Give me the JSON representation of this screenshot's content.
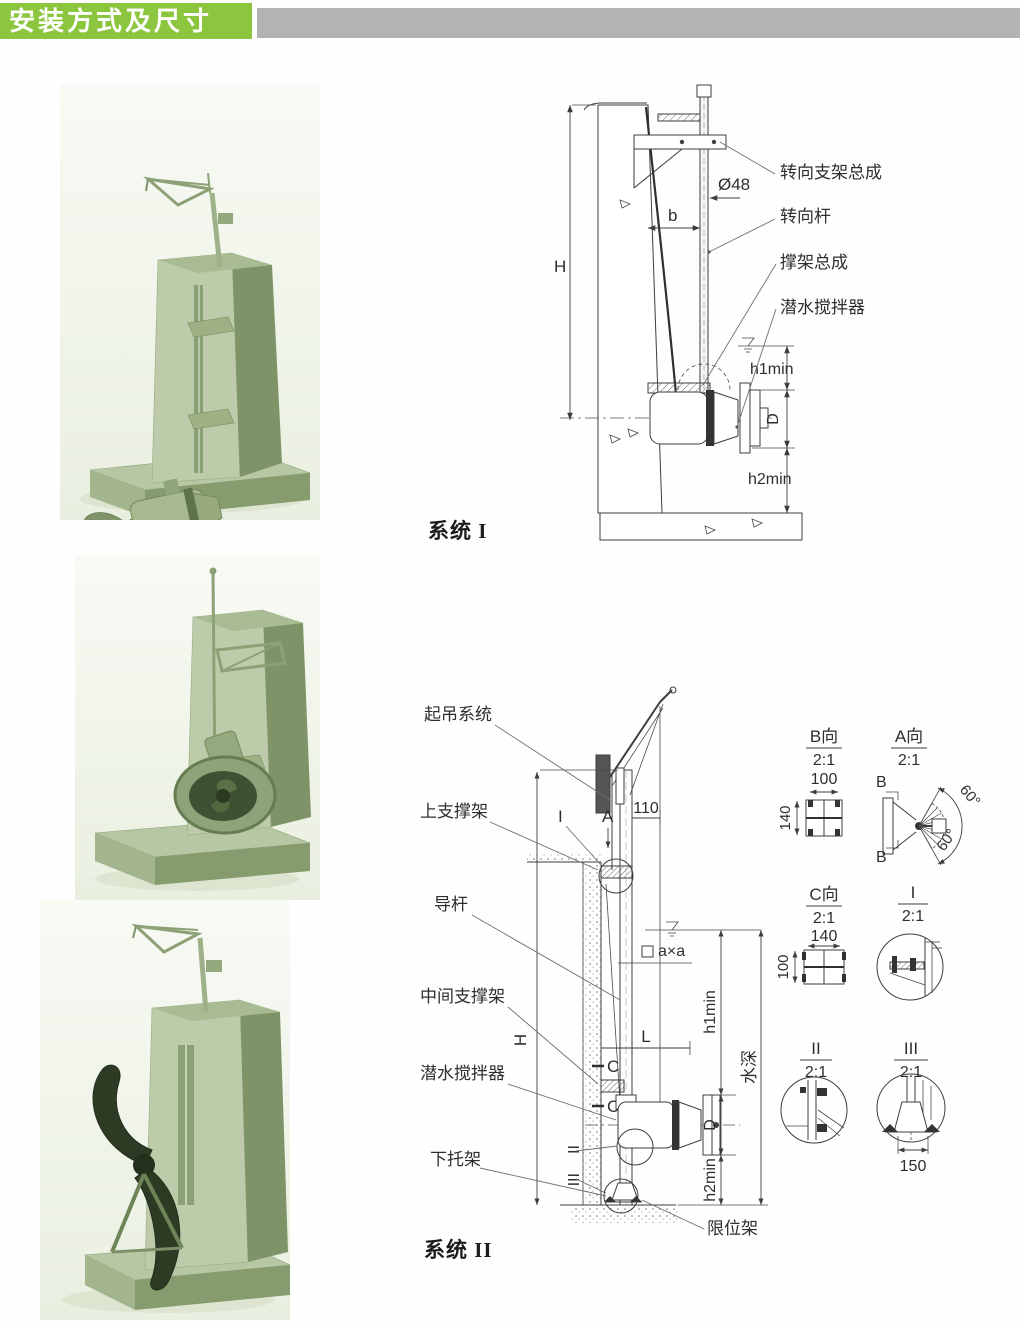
{
  "palette": {
    "header_green": "#8cc63e",
    "header_gray": "#b3b3b3",
    "photo_tint": "#a9bb92",
    "ink": "#3c3c3c"
  },
  "header": {
    "title": "安装方式及尺寸"
  },
  "system1": {
    "caption": "系统 I",
    "labels": {
      "steering_bracket": "转向支架总成",
      "steering_rod": "转向杆",
      "support_assembly": "撑架总成",
      "mixer": "潜水搅拌器"
    },
    "dims": {
      "diameter": "Ø48",
      "b": "b",
      "H": "H",
      "h1min": "h1min",
      "D": "D",
      "h2min": "h2min"
    }
  },
  "system2": {
    "caption": "系统 II",
    "labels": {
      "lifting_system": "起吊系统",
      "upper_support": "上支撑架",
      "guide_rod": "导杆",
      "middle_support": "中间支撑架",
      "mixer": "潜水搅拌器",
      "lower_bracket": "下托架",
      "limit_frame": "限位架"
    },
    "dims": {
      "offset110": "110",
      "axa": "a×a",
      "L": "L",
      "H": "H",
      "h1min": "h1min",
      "water_depth": "水深",
      "D": "D",
      "h2min": "h2min"
    },
    "marks": {
      "I": "I",
      "A": "A",
      "C_upper": "C",
      "C_lower": "C",
      "II": "II",
      "III": "III"
    }
  },
  "details": [
    {
      "title": "B向",
      "scale": "2:1",
      "dim_top": "100",
      "dim_side": "140"
    },
    {
      "title": "A向",
      "scale": "2:1",
      "mark_top": "B",
      "mark_bottom": "B",
      "angle_upper": "60°",
      "angle_lower": "60°"
    },
    {
      "title": "C向",
      "scale": "2:1",
      "dim_top": "140",
      "dim_side": "100"
    },
    {
      "title": "I",
      "scale": "2:1"
    },
    {
      "title": "II",
      "scale": "2:1"
    },
    {
      "title": "III",
      "scale": "2:1",
      "dim_bottom": "150"
    }
  ]
}
